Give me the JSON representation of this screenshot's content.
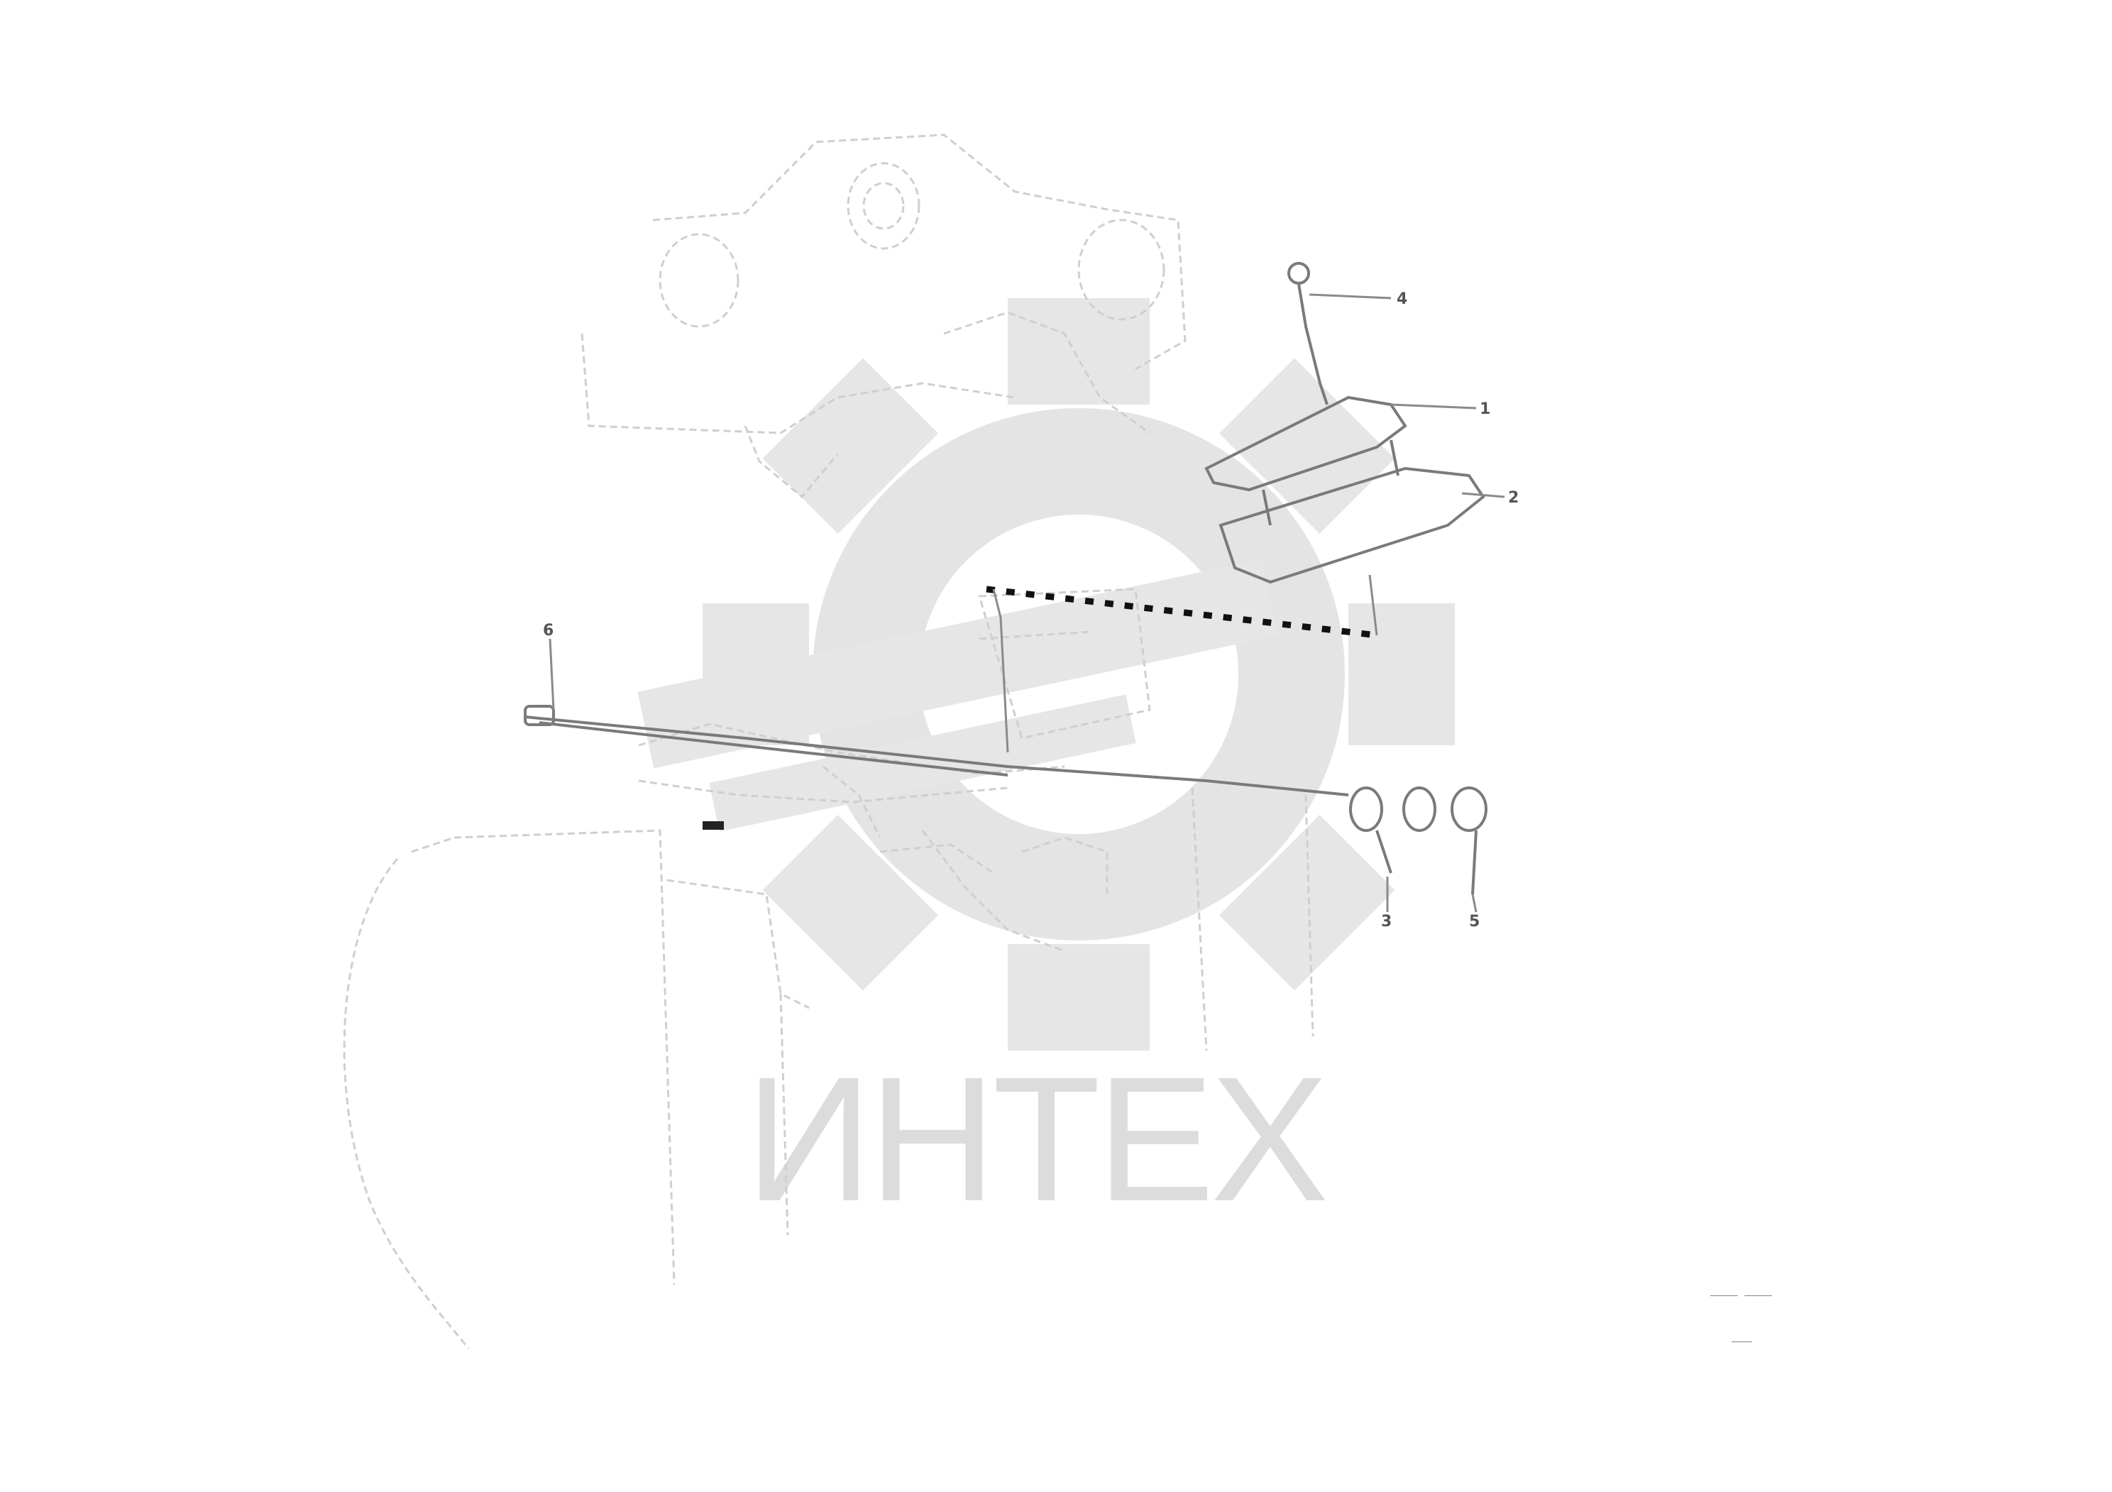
{
  "watermark": {
    "text": "ИНТЕХ",
    "color": "#dcdcdc"
  },
  "callouts": {
    "part_1": "1",
    "part_2": "2",
    "part_3": "3",
    "part_4": "4",
    "part_5": "5",
    "part_6": "6"
  },
  "reference": {
    "note": "———— ————",
    "code": "———"
  },
  "colors": {
    "line": "#7a7a7a",
    "faint_line": "#c8c8c8",
    "dashed_harness": "#111111"
  }
}
